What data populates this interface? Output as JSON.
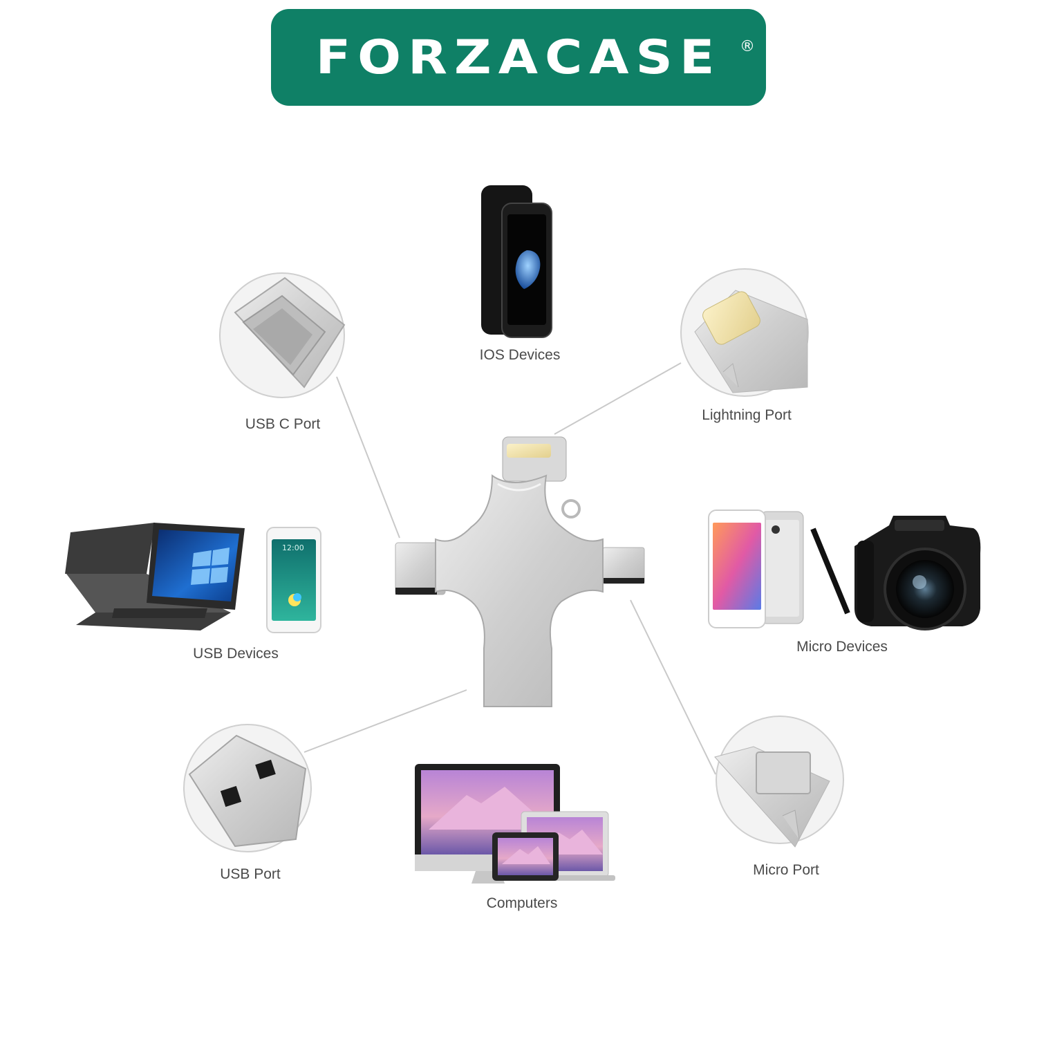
{
  "brand": {
    "name": "FORZACASE",
    "registered_mark": "®",
    "bg_color": "#0f8066",
    "text_color": "#ffffff"
  },
  "diagram": {
    "labels": {
      "ios_devices": "IOS Devices",
      "lightning_port": "Lightning Port",
      "usb_c_port": "USB C Port",
      "usb_devices": "USB Devices",
      "micro_devices": "Micro Devices",
      "usb_port": "USB Port",
      "computers": "Computers",
      "micro_port": "Micro Port"
    },
    "phone_screen_time": "12:00"
  }
}
